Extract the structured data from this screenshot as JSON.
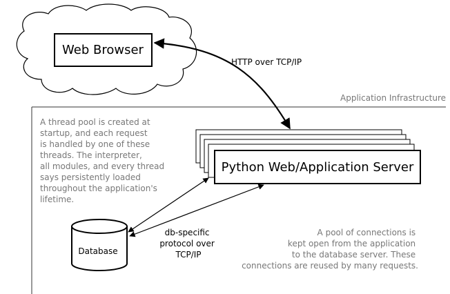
{
  "nodes": {
    "browser": {
      "label": "Web Browser",
      "icon": "cloud-icon"
    },
    "server": {
      "label": "Python Web/Application Server"
    },
    "database": {
      "label": "Database",
      "icon": "database-cylinder-icon"
    }
  },
  "edges": {
    "http": {
      "label": "HTTP over TCP/IP"
    },
    "db": {
      "label_lines": [
        "db-specific",
        "protocol over",
        "TCP/IP"
      ]
    }
  },
  "region": {
    "label": "Application Infrastructure"
  },
  "notes": {
    "thread_pool": [
      "A thread pool is created at",
      "startup, and each request",
      "is handled by one of these",
      "threads.  The interpreter,",
      "all modules, and every thread",
      "says persistently loaded",
      "throughout the application's",
      "lifetime."
    ],
    "connection_pool": [
      "A pool of connections is",
      "kept open from the application",
      "to the database server.  These",
      "connections are reused by many requests."
    ]
  },
  "colors": {
    "ink": "#000000",
    "note_text": "#777777",
    "frame_line": "#333333"
  }
}
